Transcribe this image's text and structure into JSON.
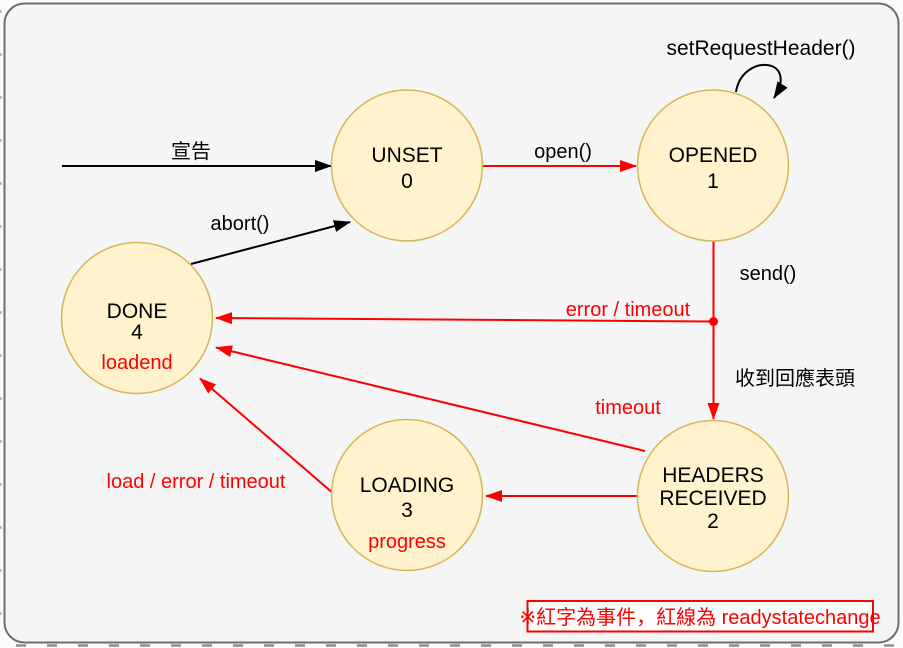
{
  "colors": {
    "node_fill": "#FFF2CC",
    "node_stroke": "#D6B656",
    "event_red": "#FF0000",
    "line_black": "#000000",
    "canvas_border": "#6E6E6E",
    "canvas_bg": "#F5F5F5"
  },
  "nodes": {
    "unset": {
      "name": "UNSET",
      "number": "0"
    },
    "opened": {
      "name": "OPENED",
      "number": "1"
    },
    "done": {
      "name": "DONE",
      "number": "4",
      "event": "loadend"
    },
    "loading": {
      "name": "LOADING",
      "number": "3",
      "event": "progress"
    },
    "headers_received": {
      "name_line1": "HEADERS",
      "name_line2": "RECEIVED",
      "number": "2"
    }
  },
  "edges": {
    "declare": {
      "label": "宣告"
    },
    "abort": {
      "label": "abort()"
    },
    "open": {
      "label": "open()"
    },
    "set_request_header": {
      "label": "setRequestHeader()"
    },
    "send": {
      "label": "send()"
    },
    "received_response_headers": {
      "label": "收到回應表頭"
    },
    "error_timeout": {
      "label": "error / timeout"
    },
    "timeout": {
      "label": "timeout"
    },
    "load_error_timeout": {
      "label": "load / error / timeout"
    }
  },
  "legend_note": {
    "text": "※紅字為事件，紅線為 readystatechange"
  }
}
